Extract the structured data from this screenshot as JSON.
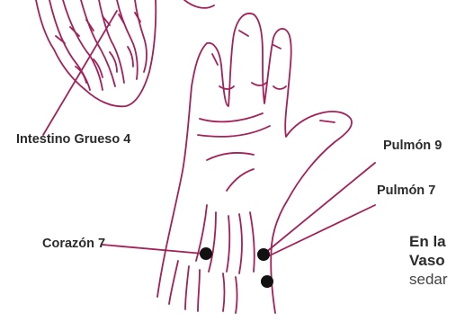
{
  "labels": {
    "large_intestine_4": "Intestino Grueso 4",
    "lung_9": "Pulmón 9",
    "lung_7": "Pulmón 7",
    "heart_7": "Corazón 7"
  },
  "caption": {
    "line1": "En la",
    "line2": "Vaso",
    "line3": "sedar"
  },
  "colors": {
    "outline": "#a3205a",
    "point": "#111111",
    "text": "#2b2b2b"
  }
}
